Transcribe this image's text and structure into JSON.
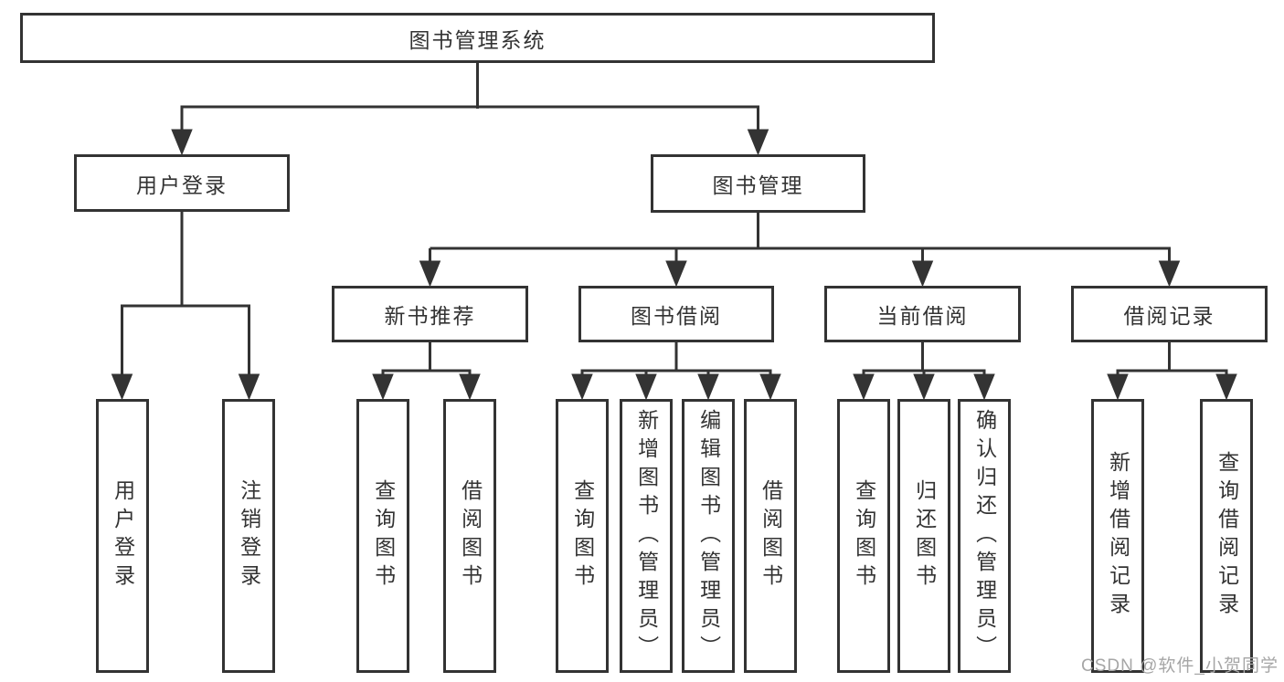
{
  "colors": {
    "line": "#333333",
    "text": "#333333",
    "box_fill": "#ffffff",
    "background": "#ffffff",
    "watermark": "#a6a6a6"
  },
  "watermark": "CSDN @软件_小贺同学",
  "tree": {
    "root": "图书管理系统",
    "branches": [
      {
        "label": "用户登录",
        "children": [
          "用户登录",
          "注销登录"
        ]
      },
      {
        "label": "图书管理",
        "sections": [
          {
            "label": "新书推荐",
            "children": [
              "查询图书",
              "借阅图书"
            ]
          },
          {
            "label": "图书借阅",
            "children": [
              "查询图书",
              "新增图书（管理员）",
              "编辑图书（管理员）",
              "借阅图书"
            ]
          },
          {
            "label": "当前借阅",
            "children": [
              "查询图书",
              "归还图书",
              "确认归还（管理员）"
            ]
          },
          {
            "label": "借阅记录",
            "children": [
              "新增借阅记录",
              "查询借阅记录"
            ]
          }
        ]
      }
    ]
  }
}
